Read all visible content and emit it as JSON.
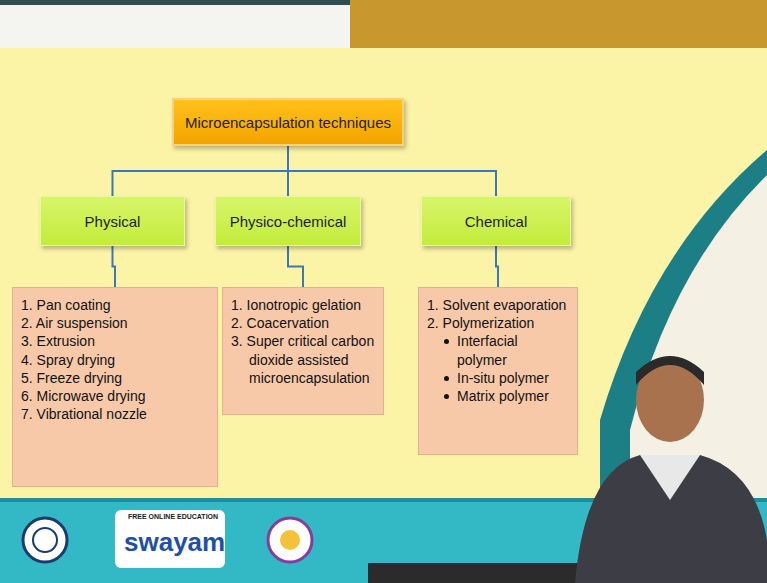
{
  "diagram": {
    "title": "Microencapsulation techniques",
    "nodes": [
      {
        "text": [
          "Microencapsulation techniques"
        ]
      },
      {
        "text": [
          "Physical"
        ]
      },
      {
        "text": [
          "Physico-chemical"
        ]
      },
      {
        "text": [
          "Chemical"
        ]
      },
      {
        "text": [
          "1. Pan coating",
          "2. Air suspension",
          "3. Extrusion",
          "4. Spray drying",
          "5. Freeze drying",
          "6. Microwave drying",
          "7. Vibrational nozzle"
        ]
      },
      {
        "text": [
          "1. Ionotropic gelation",
          "2. Coacervation",
          "3. Super critical carbon dioxide assisted microencapsulation"
        ]
      },
      {
        "text": [
          "1. Solvent evaporation",
          "2. Polymerization",
          "Interfacial polymer",
          "In-situ polymer",
          "Matrix polymer"
        ]
      }
    ],
    "edges": [
      {
        "from": 0,
        "to": 1,
        "arrow": "none"
      },
      {
        "from": 0,
        "to": 2,
        "arrow": "none"
      },
      {
        "from": 0,
        "to": 3,
        "arrow": "none"
      },
      {
        "from": 1,
        "to": 4,
        "arrow": "none"
      },
      {
        "from": 2,
        "to": 5,
        "arrow": "none"
      },
      {
        "from": 3,
        "to": 6,
        "arrow": "none"
      }
    ],
    "labels": [
      "FREE ONLINE EDUCATION",
      "swayam"
    ]
  }
}
